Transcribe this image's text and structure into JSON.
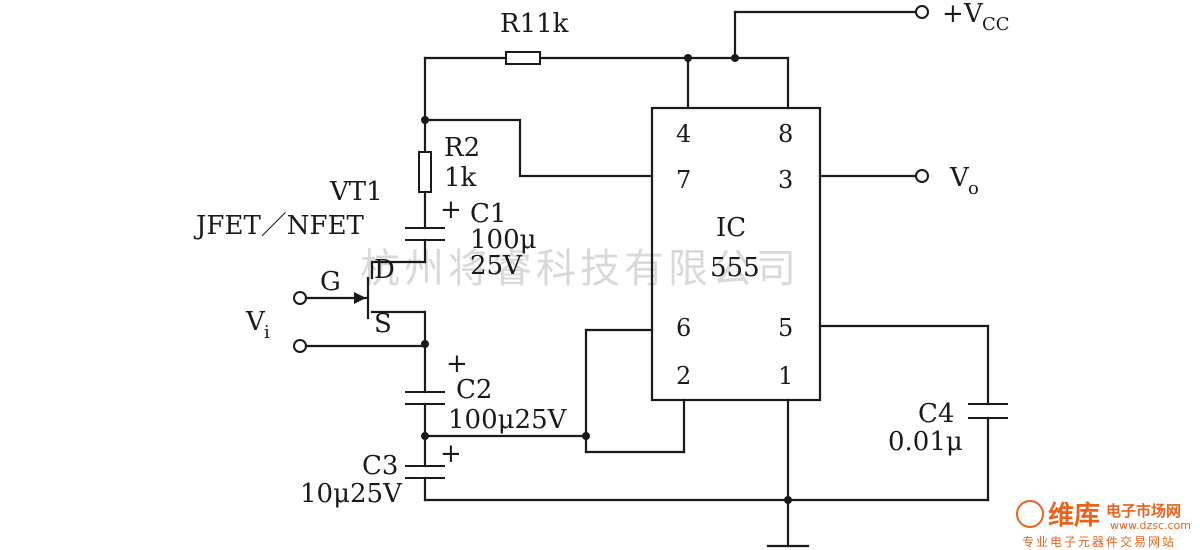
{
  "labels": {
    "r1": "R11k",
    "vcc_sign": "+",
    "vcc": "V",
    "vcc_sub": "CC",
    "r2_name": "R2",
    "r2_value": "1k",
    "vt1": "VT1",
    "jfet": "JFET／NFET",
    "c1_plus": "+",
    "c1_name": "C1",
    "c1_value": "100μ",
    "c1_voltage": "25V",
    "gate": "G",
    "drain": "D",
    "source": "S",
    "vi": "V",
    "vi_sub": "i",
    "c2_plus": "+",
    "c2_name": "C2",
    "c2_value": "100μ25V",
    "c3_plus": "+",
    "c3_name": "C3",
    "c3_value": "10μ25V",
    "c4_name": "C4",
    "c4_value": "0.01μ",
    "vo": "V",
    "vo_sub": "o",
    "ic_name": "IC",
    "ic_type": "555"
  },
  "ic_pins": {
    "p4": "4",
    "p8": "8",
    "p7": "7",
    "p3": "3",
    "p6": "6",
    "p5": "5",
    "p2": "2",
    "p1": "1"
  },
  "watermark": "杭州将睿科技有限公司",
  "logo": {
    "main": "维库",
    "side": "电子市场网",
    "url": "www.dzsc.com",
    "tagline": "专业电子元器件交易网站"
  },
  "colors": {
    "ink": "#1a1a1a",
    "watermark": "#d9d9d9",
    "logo": "#e8641c"
  }
}
